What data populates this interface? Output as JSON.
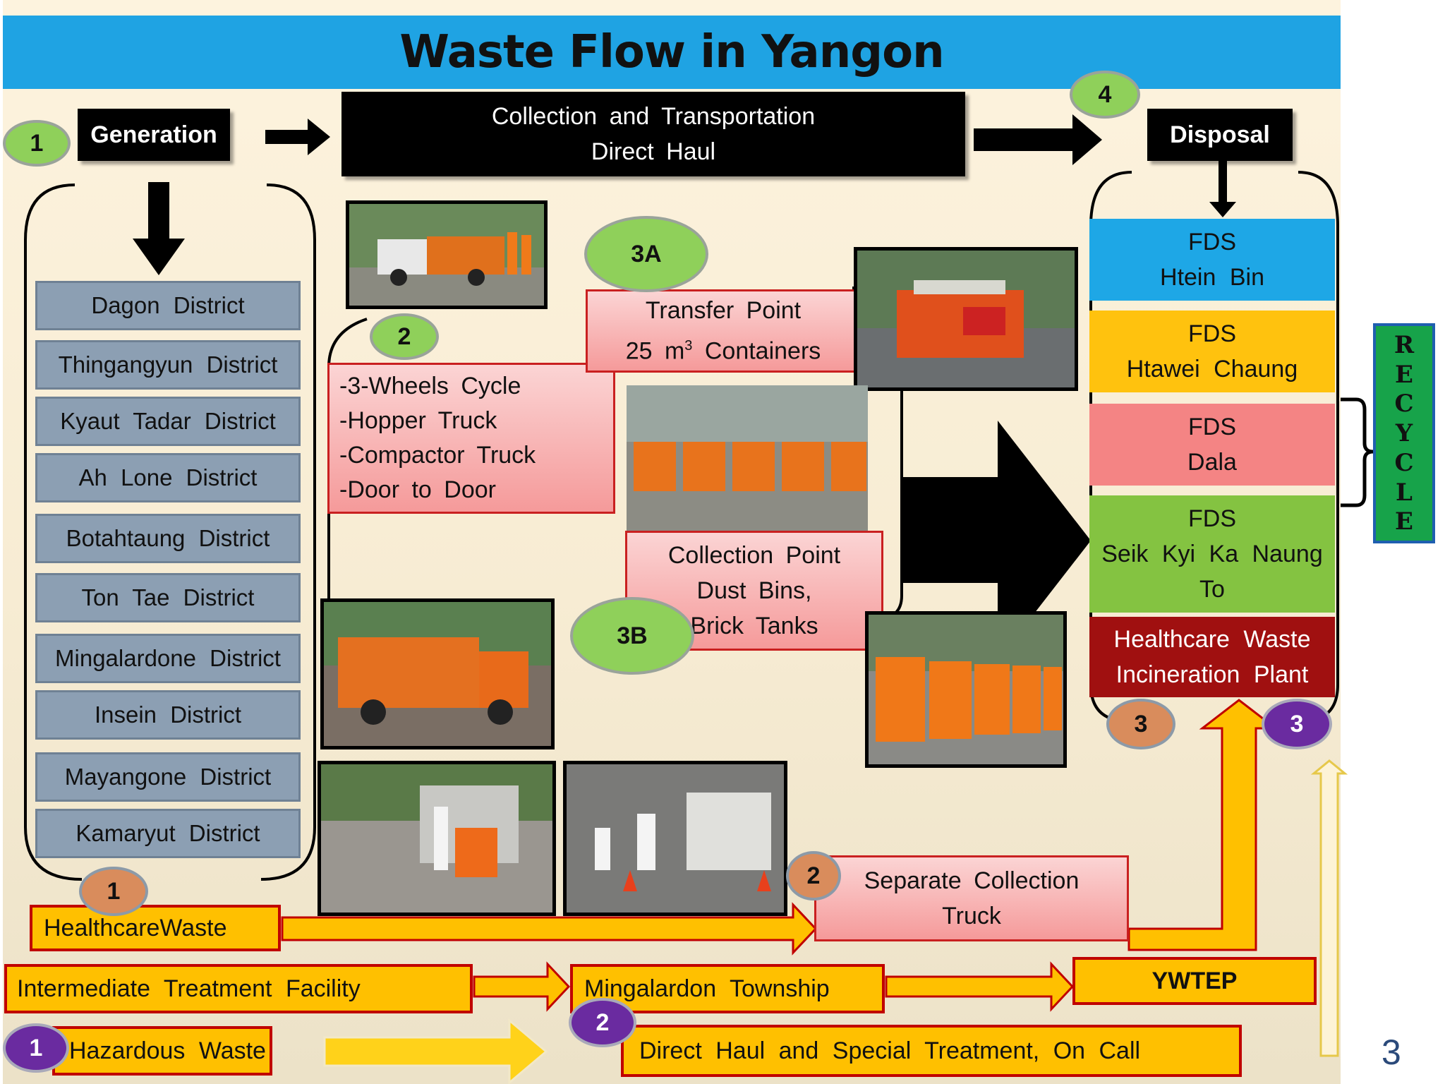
{
  "title": "Waste Flow in Yangon",
  "stages": {
    "generation": "Generation",
    "collection_line1": "Collection  and  Transportation",
    "collection_line2": "Direct  Haul",
    "disposal": "Disposal"
  },
  "districts": [
    "Dagon District",
    "Thingangyun  District",
    "Kyaut Tadar District",
    "Ah Lone District",
    "Botahtaung District",
    "Ton Tae District",
    "Mingalardone  District",
    "Insein District",
    "Mayangone District",
    "Kamaryut District"
  ],
  "markers": {
    "generation": "1",
    "collection_methods": "2",
    "transfer_point": "3A",
    "collection_point": "3B",
    "disposal": "4",
    "healthcare_waste": "1",
    "separate_collection": "2",
    "incineration_left": "3",
    "incineration_right": "3",
    "hazardous_waste": "1",
    "direct_haul_special": "2"
  },
  "collection_methods": [
    "-3-Wheels  Cycle",
    "-Hopper  Truck",
    "-Compactor  Truck",
    "-Door  to Door"
  ],
  "transfer_point": {
    "line1": "Transfer  Point",
    "line2_prefix": "25 m",
    "line2_sup": "3",
    "line2_suffix": " Containers"
  },
  "collection_point": {
    "line1": "Collection  Point",
    "line2": "Dust Bins,",
    "line3": "Brick Tanks"
  },
  "fds": [
    {
      "line1": "FDS",
      "line2": "Htein  Bin",
      "line3": "",
      "color": "#1ea7e6"
    },
    {
      "line1": "FDS",
      "line2": "Htawei  Chaung",
      "line3": "",
      "color": "#ffc20e"
    },
    {
      "line1": "FDS",
      "line2": "Dala",
      "line3": "",
      "color": "#f48484"
    },
    {
      "line1": "FDS",
      "line2": "Seik  Kyi  Ka  Naung",
      "line3": "To",
      "color": "#84c341"
    }
  ],
  "incineration": {
    "line1": "Healthcare  Waste",
    "line2": "Incineration  Plant",
    "color": "#a01010"
  },
  "recycle": [
    "R",
    "E",
    "C",
    "Y",
    "C",
    "L",
    "E"
  ],
  "healthcare_waste": "HealthcareWaste",
  "separate_collection": {
    "line1": "Separate  Collection",
    "line2": "Truck"
  },
  "intermediate": "Intermediate  Treatment  Facility",
  "mingalardon": "Mingalardon  Township",
  "ywtep": "YWTEP",
  "hazardous": "Hazardous  Waste",
  "direct_haul": "Direct  Haul  and  Special  Treatment,  On Call",
  "page_number": "3",
  "colors": {
    "title_bar": "#1fa3e3",
    "district": "#8c9fb3",
    "pink_border": "#c92020",
    "yellow": "#ffc000",
    "dark_red": "#c00000"
  }
}
